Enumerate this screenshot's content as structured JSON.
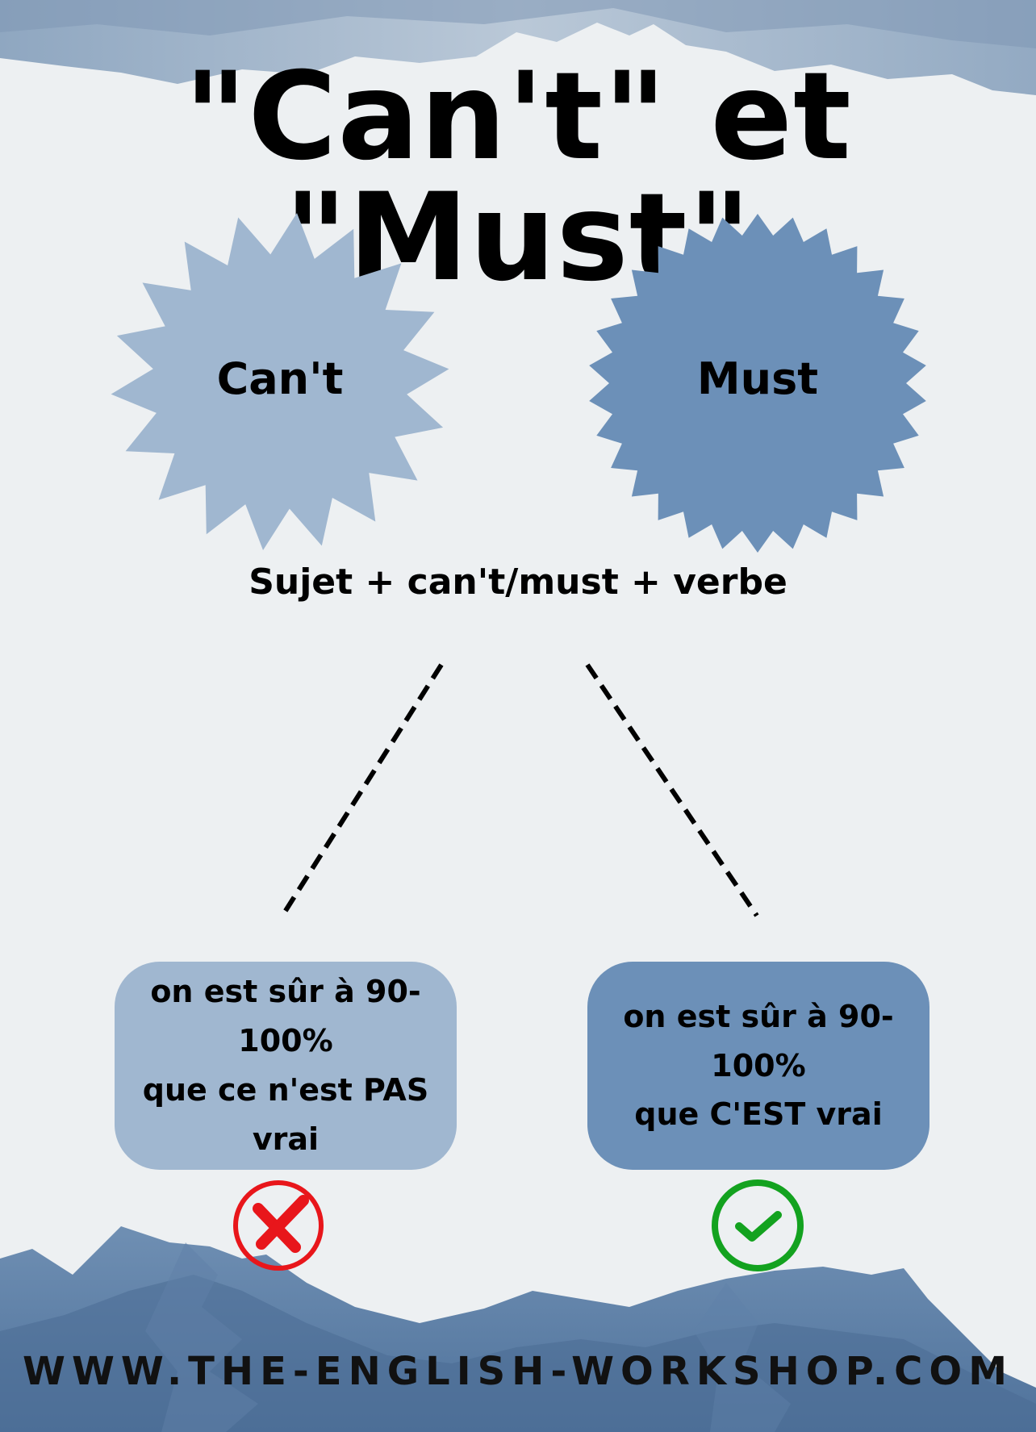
{
  "title": "\"Can't\" et \"Must\"",
  "badges": {
    "cant": {
      "label": "Can't",
      "color": "#a0b7d0"
    },
    "must": {
      "label": "Must",
      "color": "#6c90b8"
    }
  },
  "formula": "Sujet + can't/must + verbe",
  "boxes": {
    "left": {
      "line1": "on est sûr à 90-100%",
      "line2": "que ce n'est PAS vrai",
      "color": "#a0b7d0"
    },
    "right": {
      "line1": "on est sûr à 90-100%",
      "line2": "que C'EST vrai",
      "color": "#6c90b8"
    }
  },
  "icons": {
    "left": {
      "name": "cross-icon",
      "color": "#e8161b"
    },
    "right": {
      "name": "check-icon",
      "color": "#13a21f"
    }
  },
  "footer": "WWW.THE-ENGLISH-WORKSHOP.COM"
}
